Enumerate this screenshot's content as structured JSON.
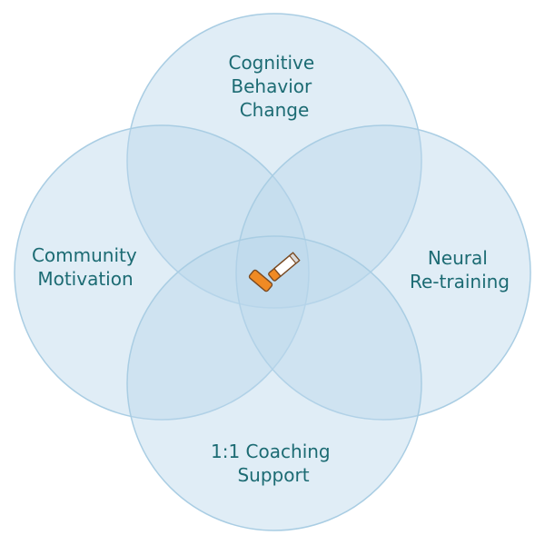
{
  "diagram": {
    "type": "venn",
    "sets": [
      {
        "id": "top",
        "label_lines": [
          "Cognitive",
          "Behavior",
          "Change"
        ]
      },
      {
        "id": "left",
        "label_lines": [
          "Community",
          "Motivation"
        ]
      },
      {
        "id": "right",
        "label_lines": [
          "Neural",
          "Re-training"
        ]
      },
      {
        "id": "bottom",
        "label_lines": [
          "1:1 Coaching",
          "Support"
        ]
      }
    ],
    "center_icon": "broken-cigarette-checkmark-icon",
    "colors": {
      "circle_fill": "#bad8eb",
      "circle_stroke": "#a9cde3",
      "label_text": "#1c6b73",
      "cigarette_filter": "#f08a24",
      "cigarette_paper": "#ffffff",
      "cigarette_outline": "#7a4a22"
    }
  }
}
